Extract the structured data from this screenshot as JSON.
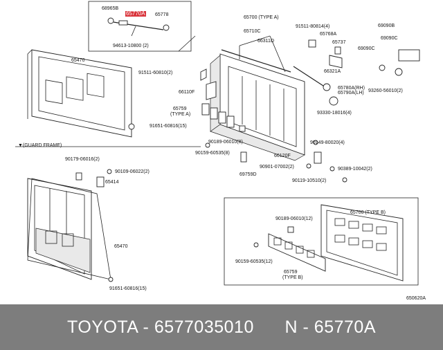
{
  "labels": {
    "p68965B": "68965B",
    "p65770A": "65770A",
    "p65778": "65778",
    "p94613": "94613-10800 (2)",
    "p65700a": "65700 (TYPE A)",
    "p65710C": "65710C",
    "p66311D": "66311D",
    "p91511a": "91511-80814(4)",
    "p65768A": "65768A",
    "p65737": "65737",
    "p66321A": "66321A",
    "p69090B": "69090B",
    "p69090C1": "69090C",
    "p69090C2": "69090C",
    "p93260": "93260-56010(2)",
    "p65470a": "65470",
    "p91511b": "91511-60810(2)",
    "p66110F": "66110F",
    "p65759a": "65759",
    "p65759a_type": "(TYPE A)",
    "p65780A": "65780A(RH)",
    "p65790A": "65790A(LH)",
    "p93330": "93330-18016(4)",
    "p91651a": "91651-60816(15)",
    "guard": "▼(GUARD FRAME)",
    "p90179": "90179-06016(2)",
    "p90109": "90109-06022(2)",
    "p65414": "65414",
    "p90189a": "90189-06010(8)",
    "p90159a": "90159-60535(8)",
    "p90149": "90149-80020(4)",
    "p66120F": "66120F",
    "p90901": "90901-07002(2)",
    "p90389": "90389-10042(2)",
    "p69759D": "69759D",
    "p90119": "90119-10510(2)",
    "p65470b": "65470",
    "p91651b": "91651-60816(15)",
    "p65700b": "65700 (TYPE B)",
    "p90189b": "90189-06010(12)",
    "p90159b": "90159-60535(12)",
    "p65759b": "65759",
    "p65759b_type": "(TYPE B)"
  },
  "diagram_ref": "650620A",
  "footer": {
    "text": "TOYOTA - 6577035010      N - 65770A"
  },
  "colors": {
    "highlight": "#d9333a",
    "footer_bg": "#7d7d7d",
    "footer_text": "#ffffff"
  }
}
